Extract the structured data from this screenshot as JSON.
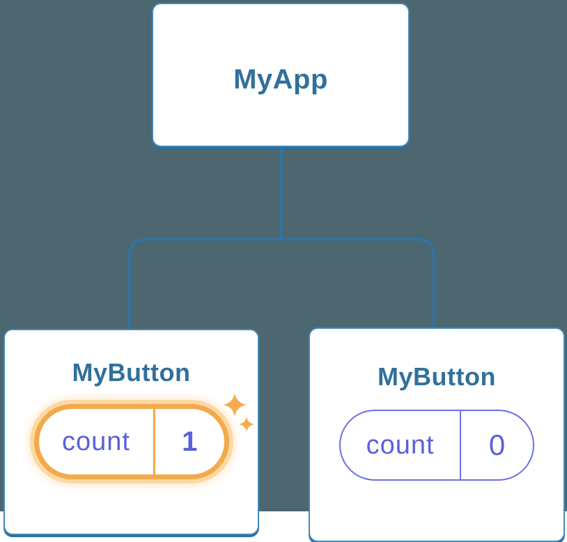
{
  "diagram": {
    "background_color": "#4c6770",
    "connector_color": "#2e74a8",
    "root": {
      "label": "MyApp"
    },
    "children": [
      {
        "label": "MyButton",
        "state": {
          "key": "count",
          "value": "1"
        },
        "highlighted": true,
        "icon": "sparkles-icon"
      },
      {
        "label": "MyButton",
        "state": {
          "key": "count",
          "value": "0"
        },
        "highlighted": false
      }
    ],
    "colors": {
      "card_border": "#4189ba",
      "card_bottom_shadow": "#2b6e9f",
      "title_text": "#31709c",
      "state_text": "#5b60db",
      "state_pill_border": "#6b6fe3",
      "highlight_orange": "#f3a94c",
      "highlight_glow": "#fcd9a3",
      "sparkle": "#f5ad4e"
    }
  }
}
